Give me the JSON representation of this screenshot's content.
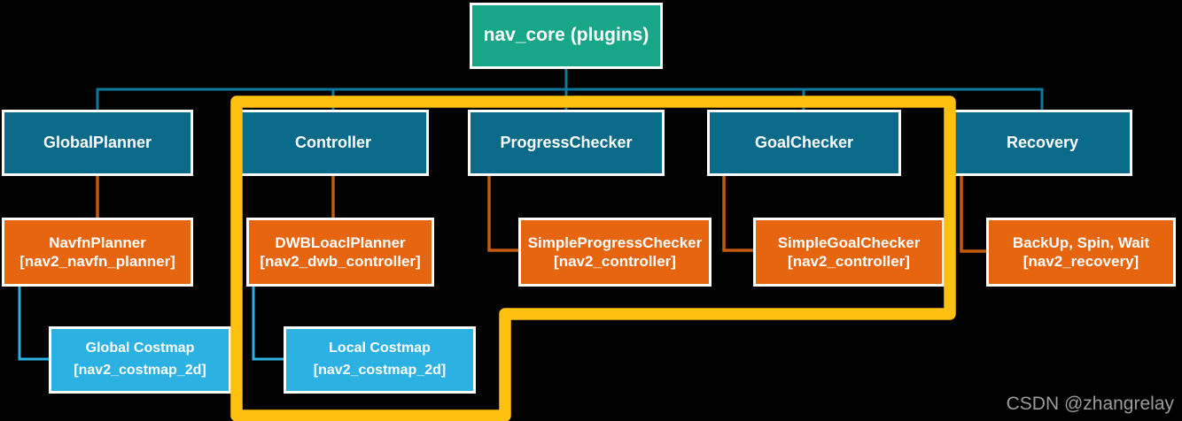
{
  "nodes": {
    "nav_core": {
      "label": "nav_core (plugins)"
    },
    "global_planner": {
      "label": "GlobalPlanner"
    },
    "controller": {
      "label": "Controller"
    },
    "progress_checker": {
      "label": "ProgressChecker"
    },
    "goal_checker": {
      "label": "GoalChecker"
    },
    "recovery": {
      "label": "Recovery"
    },
    "navfn_planner": {
      "title": "NavfnPlanner",
      "package": "[nav2_navfn_planner]"
    },
    "dwb_local_planner": {
      "title": "DWBLoaclPlanner",
      "package": "[nav2_dwb_controller]"
    },
    "simple_progress_checker": {
      "title": "SimpleProgressChecker",
      "package": "[nav2_controller]"
    },
    "simple_goal_checker": {
      "title": "SimpleGoalChecker",
      "package": "[nav2_controller]"
    },
    "recovery_behaviors": {
      "title": "BackUp, Spin, Wait",
      "package": "[nav2_recovery]"
    },
    "global_costmap": {
      "title": "Global Costmap",
      "package": "[nav2_costmap_2d]"
    },
    "local_costmap": {
      "title": "Local Costmap",
      "package": "[nav2_costmap_2d]"
    }
  },
  "watermark": "CSDN @zhangrelay",
  "colors": {
    "background": "#000000",
    "root_box": "#18A689",
    "category_box": "#0A6A8A",
    "plugin_box": "#E8650F",
    "costmap_box": "#2BB1E2",
    "box_border": "#FFFFFF",
    "box_text": "#FFFFFF",
    "tree_line": "#0E7A9B",
    "plugin_line": "#C35A0D",
    "costmap_line": "#2BB1E2",
    "highlight": "#FFC010",
    "watermark_text": "#9C9C9C"
  }
}
